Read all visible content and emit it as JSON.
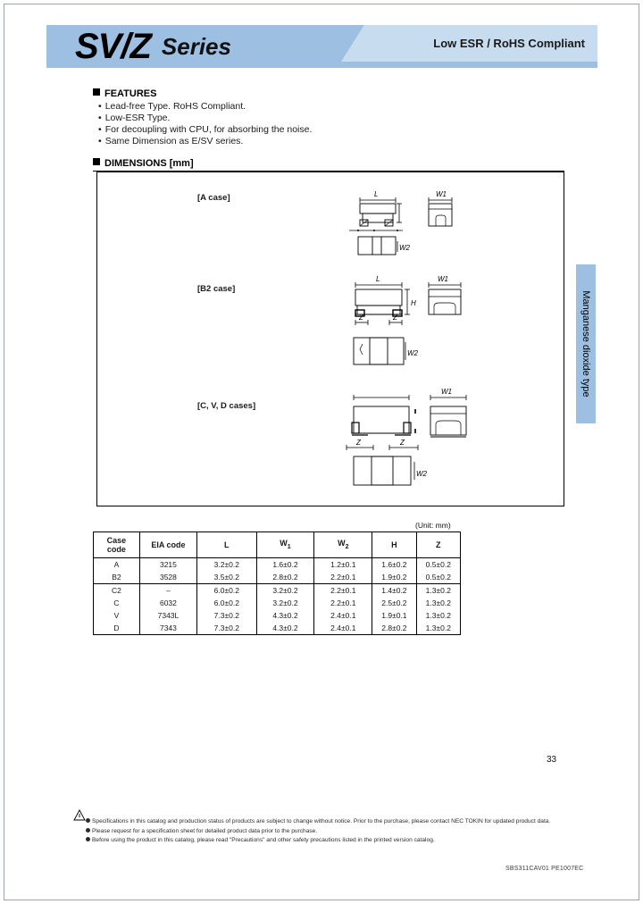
{
  "banner": {
    "title": "SV/Z",
    "series": "Series",
    "tagline": "Low ESR / RoHS Compliant",
    "bg_color": "#9dc0e2",
    "tagline_bg_color": "#c8dcf0"
  },
  "features": {
    "heading": "FEATURES",
    "items": [
      "Lead-free Type.  RoHS Compliant.",
      "Low-ESR Type.",
      "For decoupling with CPU, for absorbing the noise.",
      "Same Dimension as E/SV series."
    ]
  },
  "dimensions": {
    "heading": "DIMENSIONS [mm]",
    "unit_note": "(Unit: mm)",
    "case_labels": {
      "a": "[A case]",
      "b2": "[B2 case]",
      "cvd": "[C, V, D cases]"
    },
    "drawing_labels": {
      "L": "L",
      "W1": "W1",
      "W2": "W2",
      "H": "H",
      "Z": "Z"
    }
  },
  "table": {
    "headers": [
      "Case\ncode",
      "EIA code",
      "L",
      "W1",
      "W2",
      "H",
      "Z"
    ],
    "header_case_line1": "Case",
    "header_case_line2": "code",
    "header_eia": "EIA code",
    "header_l": "L",
    "header_w1": "W",
    "header_w1_sub": "1",
    "header_w2": "W",
    "header_w2_sub": "2",
    "header_h": "H",
    "header_z": "Z",
    "rows": [
      {
        "case": "A",
        "eia": "3215",
        "L": "3.2±0.2",
        "W1": "1.6±0.2",
        "W2": "1.2±0.1",
        "H": "1.6±0.2",
        "Z": "0.5±0.2"
      },
      {
        "case": "B2",
        "eia": "3528",
        "L": "3.5±0.2",
        "W1": "2.8±0.2",
        "W2": "2.2±0.1",
        "H": "1.9±0.2",
        "Z": "0.5±0.2"
      },
      {
        "case": "C2",
        "eia": "–",
        "L": "6.0±0.2",
        "W1": "3.2±0.2",
        "W2": "2.2±0.1",
        "H": "1.4±0.2",
        "Z": "1.3±0.2"
      },
      {
        "case": "C",
        "eia": "6032",
        "L": "6.0±0.2",
        "W1": "3.2±0.2",
        "W2": "2.2±0.1",
        "H": "2.5±0.2",
        "Z": "1.3±0.2"
      },
      {
        "case": "V",
        "eia": "7343L",
        "L": "7.3±0.2",
        "W1": "4.3±0.2",
        "W2": "2.4±0.1",
        "H": "1.9±0.1",
        "Z": "1.3±0.2"
      },
      {
        "case": "D",
        "eia": "7343",
        "L": "7.3±0.2",
        "W1": "4.3±0.2",
        "W2": "2.4±0.1",
        "H": "2.8±0.2",
        "Z": "1.3±0.2"
      }
    ]
  },
  "side_tab": {
    "label": "Manganese dioxide type"
  },
  "page_number": "33",
  "footer": {
    "notes": [
      "Specifications in this catalog and production status of products are subject to change without notice. Prior to the purchase, please contact NEC TOKIN for updated product data.",
      "Please request for a specification sheet for detailed product data prior to the purchase.",
      "Before using the product in this catalog, please read \"Precautions\" and other safety precautions listed in the printed version catalog."
    ],
    "doc_code": "SBS311CAV01 PE1007EC"
  }
}
